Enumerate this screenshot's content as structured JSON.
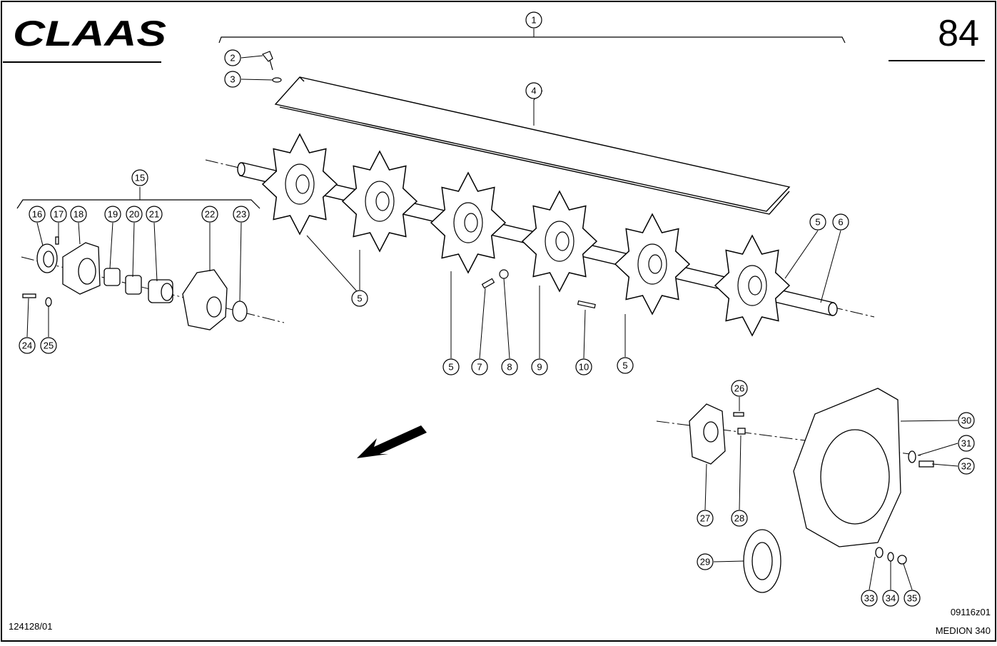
{
  "brand": {
    "logo_text": "CLAAS",
    "page_number": "84"
  },
  "footer": {
    "drawing_number": "124128/01",
    "figure_code": "09116z01",
    "model": "MEDION 340"
  },
  "callouts": [
    "1",
    "2",
    "3",
    "4",
    "5",
    "6",
    "7",
    "8",
    "9",
    "10",
    "15",
    "16",
    "17",
    "18",
    "19",
    "20",
    "21",
    "22",
    "23",
    "24",
    "25",
    "26",
    "27",
    "28",
    "29",
    "30",
    "31",
    "32",
    "33",
    "34",
    "35"
  ],
  "colors": {
    "ink": "#000000",
    "paper": "#ffffff"
  }
}
